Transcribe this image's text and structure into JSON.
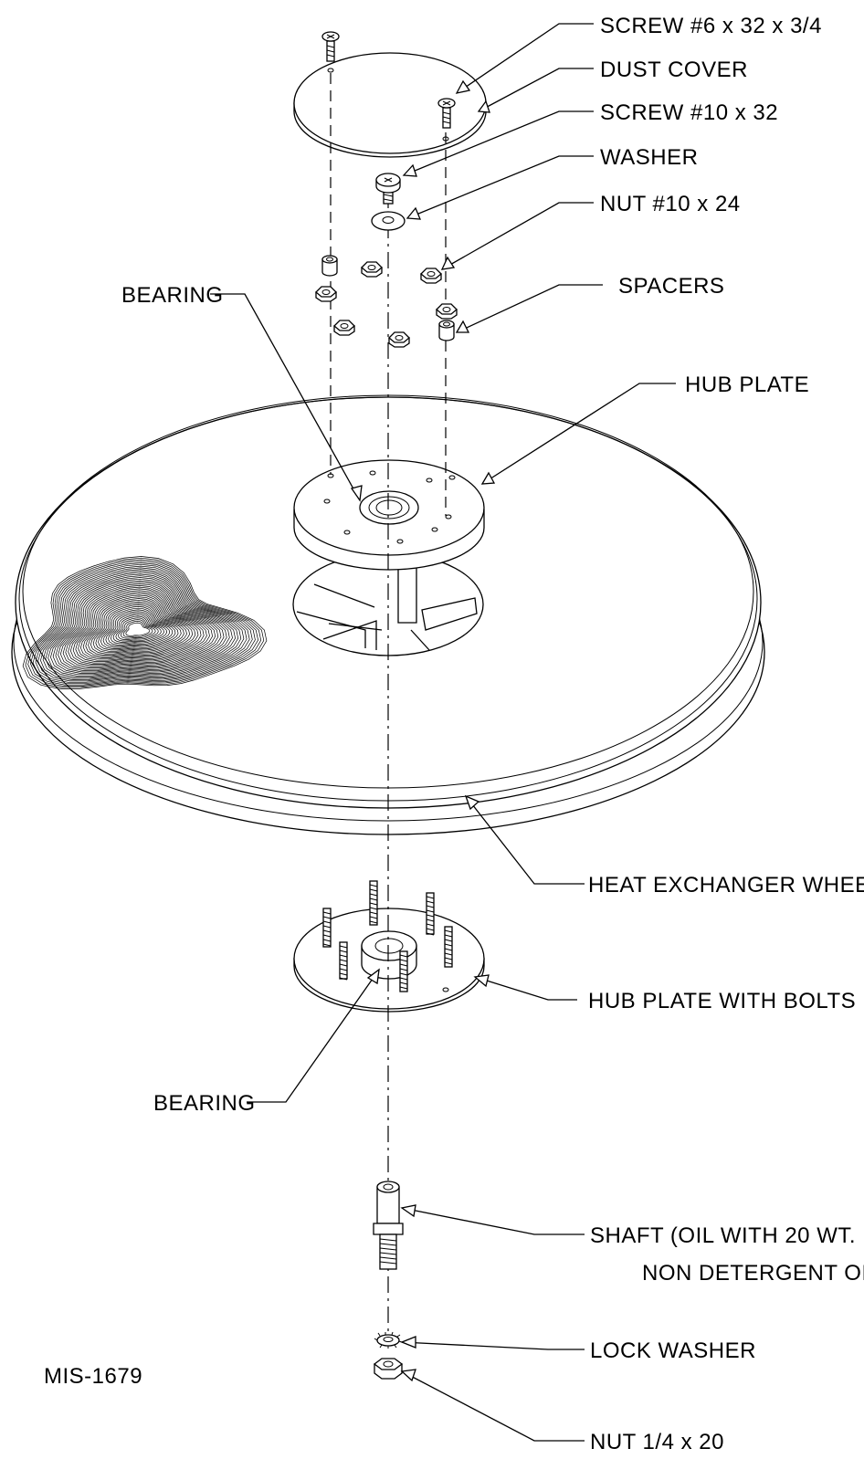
{
  "drawing_id": "MIS-1679",
  "labels": {
    "screw_6": "SCREW #6 x 32 x 3/4",
    "dust_cover": "DUST COVER",
    "screw_10": "SCREW #10 x 32",
    "washer": "WASHER",
    "nut_10": "NUT #10 x 24",
    "bearing_top": "BEARING",
    "spacers": "SPACERS",
    "hub_plate": "HUB PLATE",
    "heat_exchanger_wheel": "HEAT EXCHANGER WHEEL",
    "hub_plate_with_bolts": "HUB PLATE WITH BOLTS",
    "bearing_bottom": "BEARING",
    "shaft_line1": "SHAFT (OIL WITH 20 WT.",
    "shaft_line2": "NON DETERGENT OIL)",
    "lock_washer": "LOCK WASHER",
    "nut_quarter": "NUT 1/4 x 20"
  }
}
